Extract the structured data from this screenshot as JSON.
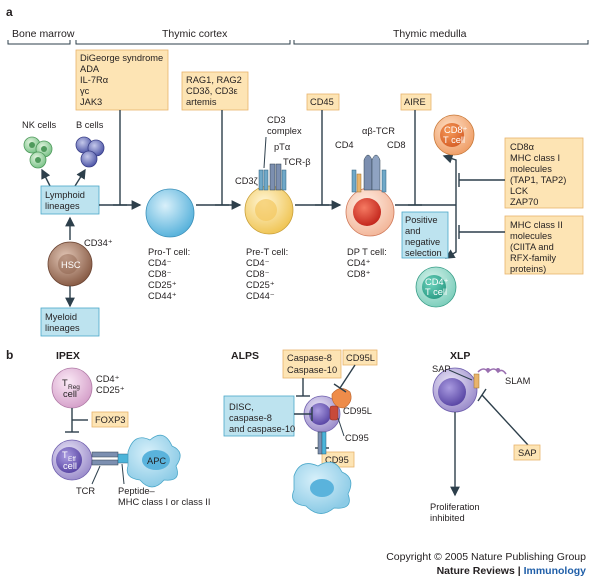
{
  "panel_a": {
    "label": "a",
    "regions": {
      "bone_marrow": "Bone marrow",
      "thymic_cortex": "Thymic cortex",
      "thymic_medulla": "Thymic medulla"
    },
    "defect_boxes": {
      "digeorge": [
        "DiGeorge syndrome",
        "ADA",
        "IL-7Rα",
        "γc",
        "JAK3"
      ],
      "rag": [
        "RAG1, RAG2",
        "CD3δ, CD3ε",
        "artemis"
      ],
      "cd45": "CD45",
      "aire": "AIRE",
      "cd8_defects": [
        "CD8α",
        "MHC class I",
        "molecules",
        "(TAP1, TAP2)",
        "LCK",
        "ZAP70"
      ],
      "mhc2_defects": [
        "MHC class II",
        "molecules",
        "(CIITA and",
        "RFX-family",
        "proteins)"
      ]
    },
    "process_boxes": {
      "lymphoid": [
        "Lymphoid",
        "lineages"
      ],
      "myeloid": [
        "Myeloid",
        "lineages"
      ],
      "selection": [
        "Positive",
        "and",
        "negative",
        "selection"
      ]
    },
    "cells": {
      "nk": "NK cells",
      "b": "B cells",
      "hsc": "HSC",
      "hsc_marker": "CD34⁺",
      "pro_t": [
        "Pro-T cell:",
        "CD4⁻",
        "CD8⁻",
        "CD25⁺",
        "CD44⁺"
      ],
      "pre_t": [
        "Pre-T cell:",
        "CD4⁻",
        "CD8⁻",
        "CD25⁺",
        "CD44⁻"
      ],
      "dp_t": [
        "DP T cell:",
        "CD4⁺",
        "CD8⁺"
      ],
      "cd8_t": [
        "CD8⁺",
        "T cell"
      ],
      "cd4_t": [
        "CD4⁺",
        "T cell"
      ]
    },
    "receptor_labels": {
      "cd3_complex": [
        "CD3",
        "complex"
      ],
      "pt_alpha": "pTα",
      "tcr_beta": "TCR-β",
      "cd3z": "CD3ζ",
      "cd4": "CD4",
      "ab_tcr": "αβ-TCR",
      "cd8": "CD8"
    }
  },
  "panel_b": {
    "label": "b",
    "ipex": {
      "title": "IPEX",
      "treg": [
        "T",
        "Reg",
        "cell"
      ],
      "treg_markers": [
        "CD4⁺",
        "CD25⁺"
      ],
      "foxp3": "FOXP3",
      "teff": [
        "T",
        "Eff",
        "cell"
      ],
      "apc": "APC",
      "tcr": "TCR",
      "peptide": [
        "Peptide–",
        "MHC class I or class II"
      ]
    },
    "alps": {
      "title": "ALPS",
      "caspase": [
        "Caspase-8",
        "Caspase-10"
      ],
      "cd95l_box": "CD95L",
      "disc": [
        "DISC,",
        "caspase-8",
        "and caspase-10"
      ],
      "cd95l": "CD95L",
      "cd95": "CD95",
      "cd95_box": "CD95"
    },
    "xlp": {
      "title": "XLP",
      "sap": "SAP",
      "slam": "SLAM",
      "sap_box": "SAP",
      "outcome": [
        "Proliferation",
        "inhibited"
      ]
    }
  },
  "footer": {
    "copyright": "Copyright © 2005 Nature Publishing Group",
    "journal": "Nature Reviews",
    "separator": " | ",
    "section": "Immunology"
  },
  "colors": {
    "defect_box": "#fde4b4",
    "process_box": "#bde3ef",
    "hsc": "#9a6e58",
    "pro_t": "#7fc6e4",
    "pre_t": "#f6dc8c",
    "dp_t": "#e0523d",
    "cd8_t": "#ee8c4a",
    "cd4_t": "#5cc3ae",
    "treg": "#d9a6cf",
    "teff": "#8f7fc2",
    "apc": "#7dc9e8",
    "journal_blue": "#1f5ea8"
  }
}
